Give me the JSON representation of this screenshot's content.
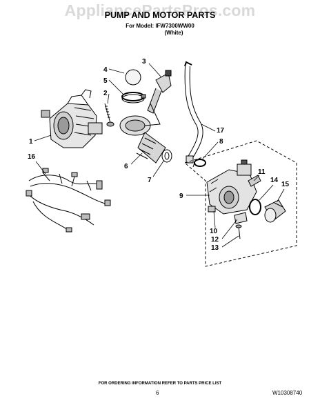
{
  "watermark": "AppliancePartsPros.com",
  "header": {
    "title": "PUMP AND MOTOR PARTS",
    "model": "For Model: IFW7300WW00",
    "color": "(White)"
  },
  "callouts": {
    "c1": "1",
    "c2": "2",
    "c3": "3",
    "c4": "4",
    "c5": "5",
    "c6": "6",
    "c7": "7",
    "c8": "8",
    "c9": "9",
    "c10": "10",
    "c11": "11",
    "c12": "12",
    "c13": "13",
    "c14": "14",
    "c15": "15",
    "c16": "16",
    "c17": "17"
  },
  "footer": {
    "order_info": "FOR ORDERING INFORMATION REFER TO PARTS PRICE LIST",
    "page_number": "6",
    "doc_number": "W10308740"
  }
}
